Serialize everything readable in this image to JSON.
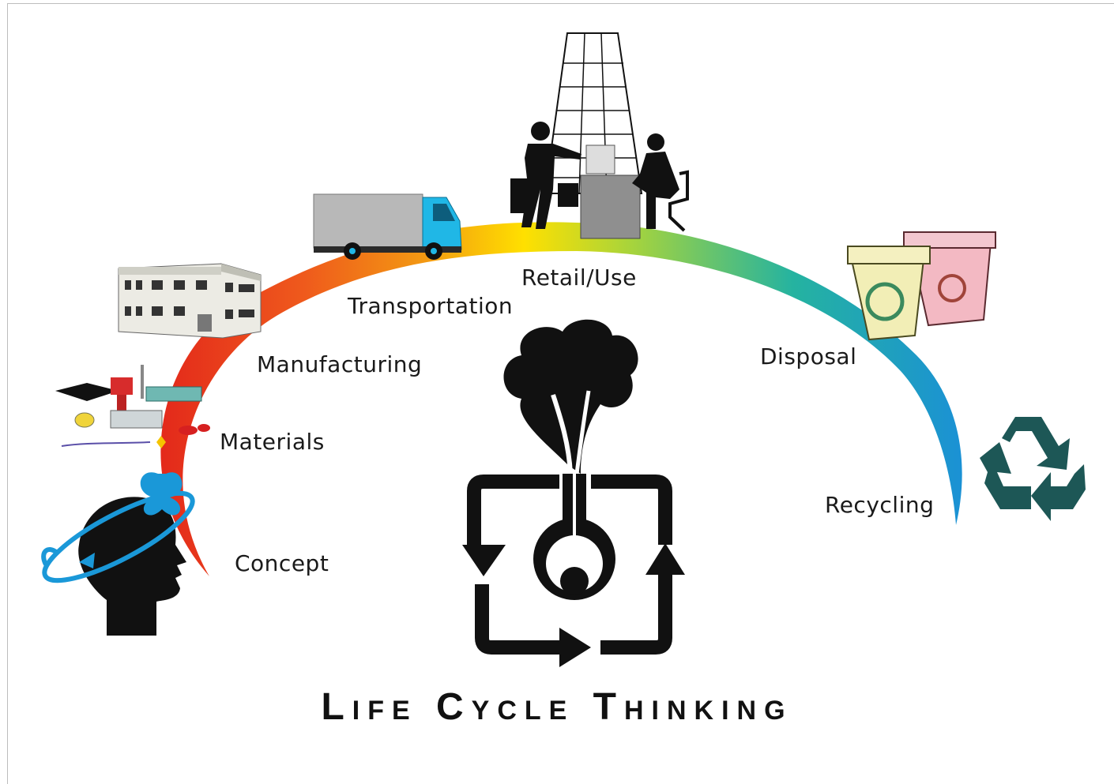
{
  "title": "Life Cycle Thinking",
  "stages": [
    {
      "id": "concept",
      "label": "Concept",
      "icon": "head-with-arrows-icon"
    },
    {
      "id": "materials",
      "label": "Materials",
      "icon": "electronic-components-icon"
    },
    {
      "id": "manufacturing",
      "label": "Manufacturing",
      "icon": "factory-building-icon"
    },
    {
      "id": "transportation",
      "label": "Transportation",
      "icon": "truck-icon"
    },
    {
      "id": "retail",
      "label": "Retail/Use",
      "icon": "office-people-icon"
    },
    {
      "id": "disposal",
      "label": "Disposal",
      "icon": "recycling-bins-icon"
    },
    {
      "id": "recycling",
      "label": "Recycling",
      "icon": "recycle-symbol-icon"
    }
  ],
  "central_logo": "tree-cycle-logo-icon",
  "arc_colors": [
    "#e3281b",
    "#f07d18",
    "#f5c500",
    "#ffe200",
    "#9fd33c",
    "#21b3a3",
    "#1b8fd6"
  ]
}
